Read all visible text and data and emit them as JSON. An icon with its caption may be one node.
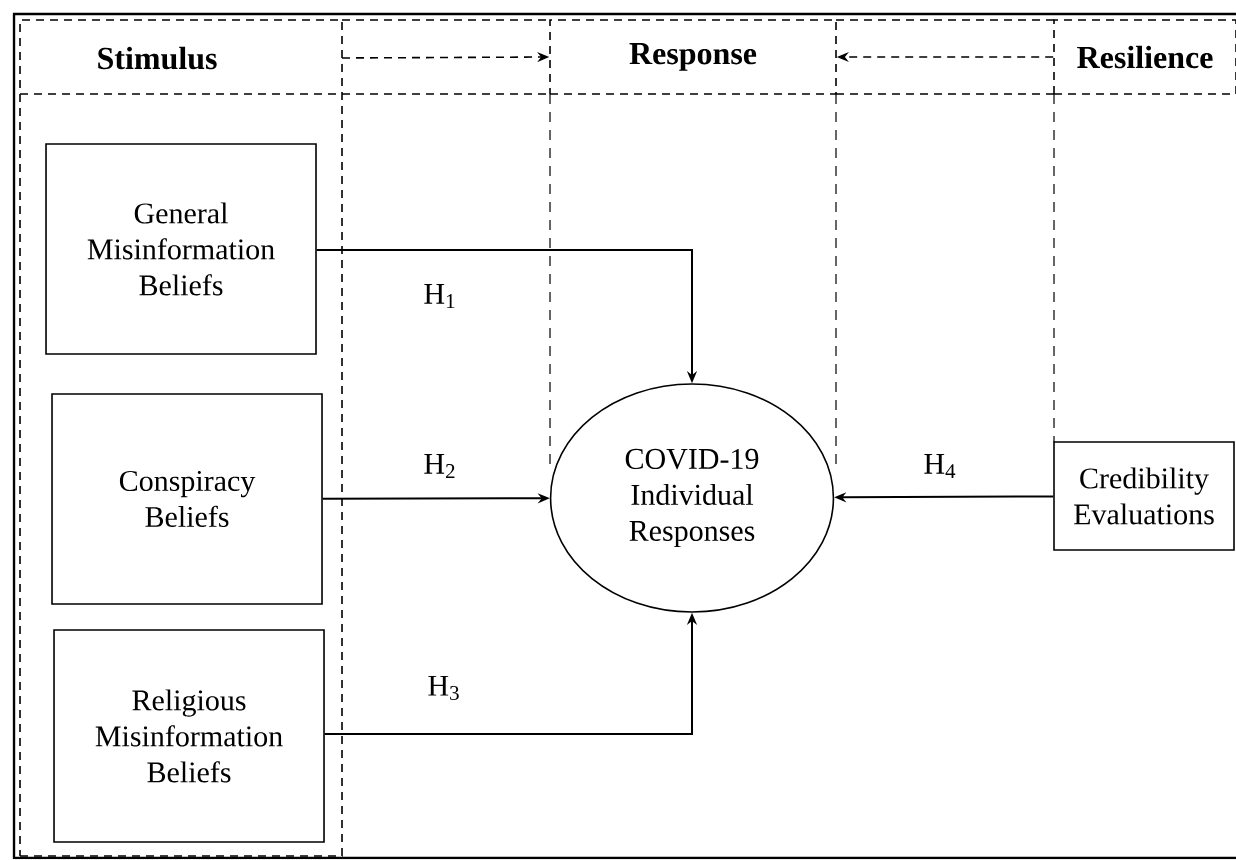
{
  "diagram": {
    "nodes": [
      {
        "text": [
          "Stimulus"
        ]
      },
      {
        "text": [
          "Response"
        ]
      },
      {
        "text": [
          "Resilience"
        ]
      },
      {
        "text": [
          "General Misinformation Beliefs"
        ],
        "in": 0
      },
      {
        "text": [
          "Conspiracy Beliefs"
        ],
        "in": 0
      },
      {
        "text": [
          "Religious Misinformation Beliefs"
        ],
        "in": 0
      },
      {
        "text": [
          "COVID-19 Individual Responses"
        ]
      },
      {
        "text": [
          "Credibility Evaluations"
        ]
      }
    ],
    "edges": [
      {
        "from": 0,
        "to": 1,
        "arrow": "to",
        "style": "dashed"
      },
      {
        "from": 2,
        "to": 1,
        "arrow": "to",
        "style": "dashed"
      },
      {
        "from": 3,
        "to": 6,
        "arrow": "to",
        "label": "H$_{1}$"
      },
      {
        "from": 4,
        "to": 6,
        "arrow": "to",
        "label": "H$_{2}$"
      },
      {
        "from": 5,
        "to": 6,
        "arrow": "to",
        "label": "H$_{3}$"
      },
      {
        "from": 7,
        "to": 6,
        "arrow": "to",
        "label": "H$_{4}$"
      }
    ]
  }
}
